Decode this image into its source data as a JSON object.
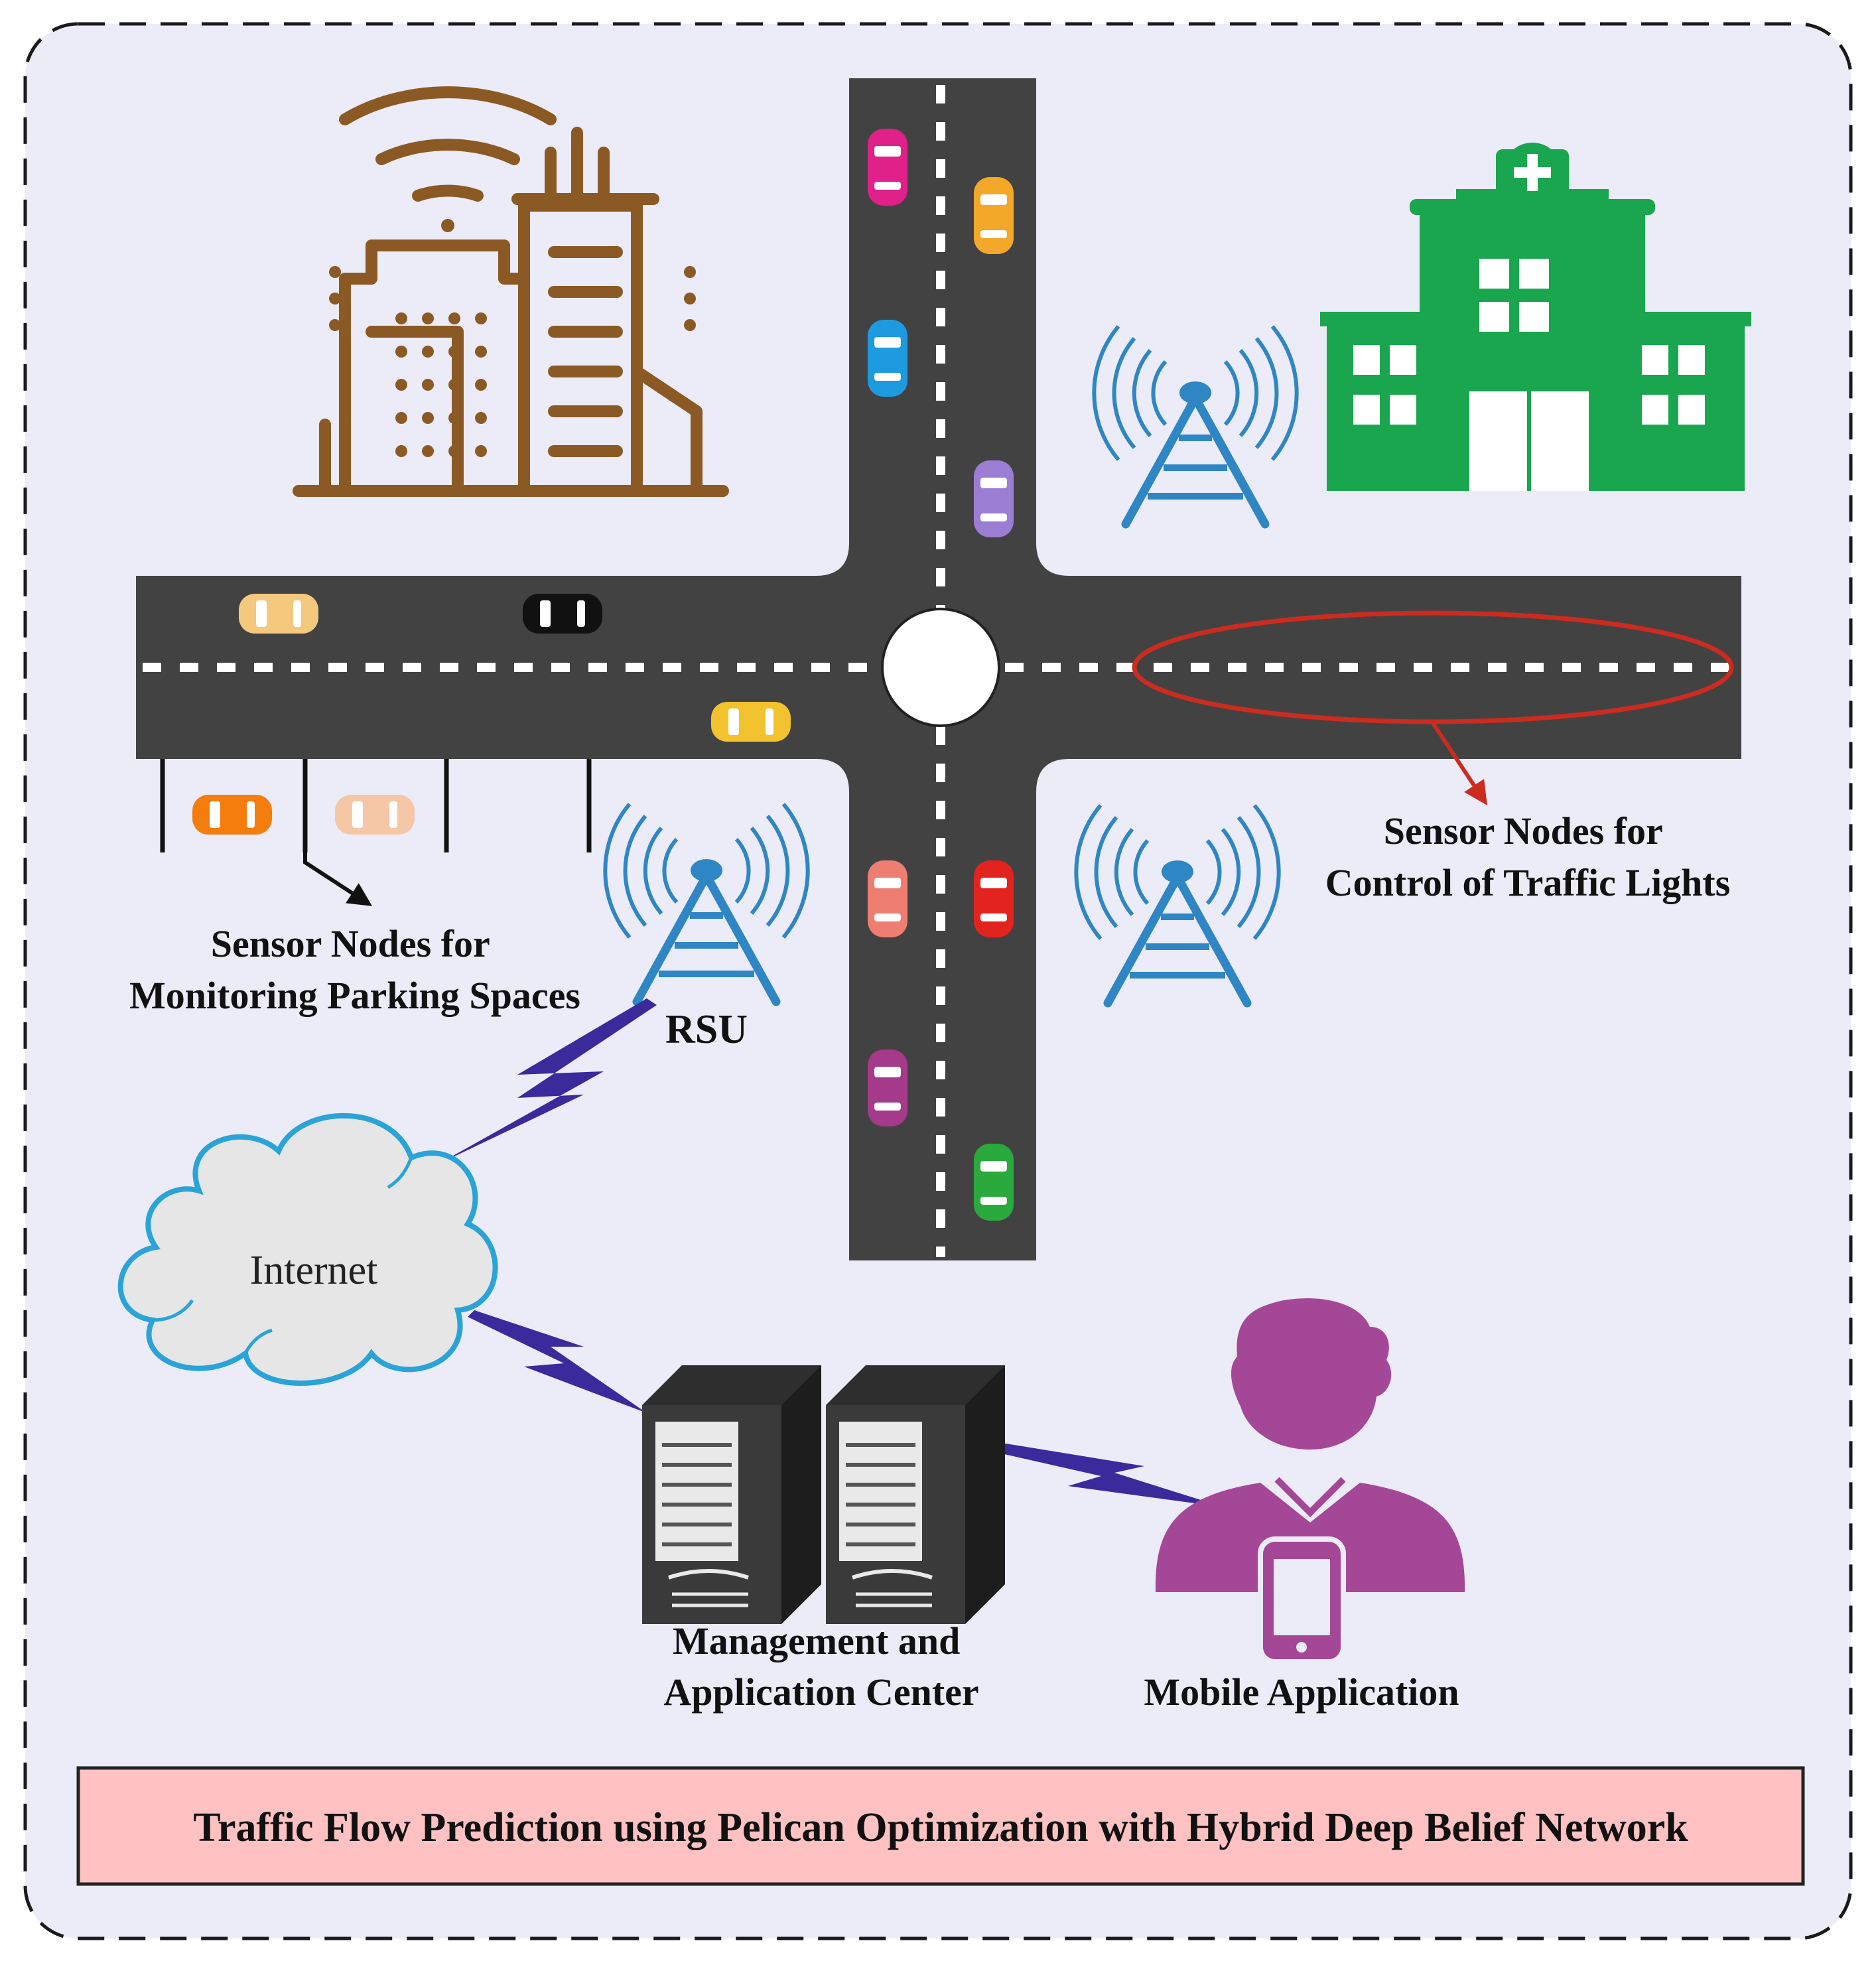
{
  "labels": {
    "parking": [
      "Sensor Nodes for",
      "Monitoring Parking Spaces"
    ],
    "rsu": "RSU",
    "traffic_lights": [
      "Sensor Nodes for",
      "Control of Traffic Lights"
    ],
    "internet": "Internet",
    "management": [
      "Management and",
      "Application Center"
    ],
    "mobile": "Mobile Application"
  },
  "title_banner": "Traffic Flow Prediction using Pelican Optimization with Hybrid Deep Belief Network",
  "icons": {
    "smart_building": "smart-building-icon",
    "hospital": "hospital-icon",
    "towers": "radio-tower-icon",
    "cloud": "cloud-icon",
    "servers": "server-icon",
    "user": "user-with-phone-icon"
  },
  "colors": {
    "background": "#ecebf8",
    "road": "#424242",
    "building": "#8b5a24",
    "hospital": "#1aa64e",
    "tower": "#2f86c4",
    "cloud_stroke": "#2aa3d8",
    "cloud_fill": "#e6e6e6",
    "lightning": "#3a2a9c",
    "person": "#a54797",
    "server": "#2e2e2e",
    "banner_fill": "#ffc1c1",
    "red_outline": "#cc2b1f"
  },
  "vehicle_colors": [
    "#e0218a",
    "#f4a829",
    "#1e9be0",
    "#9b7dd4",
    "#f4c97d",
    "#111111",
    "#f2c22f",
    "#f47d0e",
    "#f6c7a6",
    "#ee7d72",
    "#e3231e",
    "#a5398a",
    "#2aa93c"
  ]
}
